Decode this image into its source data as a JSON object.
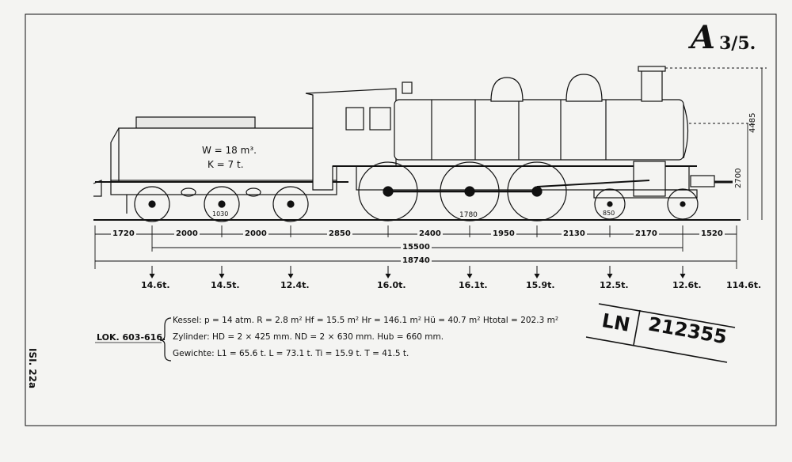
{
  "title": {
    "class_letter": "A",
    "fraction": "3/5."
  },
  "tender_capacity": {
    "water": "W = 18 m³.",
    "coal": "K = 7 t."
  },
  "vertical_dims": {
    "height_total": "4485",
    "boiler_axis": "2700"
  },
  "wheel_diameters": {
    "tender": "1030",
    "coupled": "1780",
    "bogie": "850"
  },
  "spacing_dims": [
    "1720",
    "2000",
    "2000",
    "2850",
    "2400",
    "1950",
    "2130",
    "2170",
    "1520"
  ],
  "overall_dims": {
    "wheelbase": "15500",
    "length": "18740"
  },
  "axle_loads": [
    "14.6t.",
    "14.5t.",
    "12.4t.",
    "16.0t.",
    "16.1t.",
    "15.9t.",
    "12.5t.",
    "12.6t.",
    "114.6t."
  ],
  "loco_label": "LOK. 603-616.",
  "specs": {
    "kessel": "Kessel: p = 14 atm.  R = 2.8 m²  Hf = 15.5 m²  Hr = 146.1 m²  Hü = 40.7 m²  Htotal = 202.3 m²",
    "zylinder": "Zylinder: HD = 2 × 425 mm.  ND = 2 × 630 mm.  Hub = 660 mm.",
    "gewichte": "Gewichte: L1 = 65.6 t.  L = 73.1 t.  Ti = 15.9 t.  T = 41.5 t."
  },
  "stamp": {
    "prefix": "LN",
    "number": "212355"
  },
  "margin_note": "ISI. 22a"
}
